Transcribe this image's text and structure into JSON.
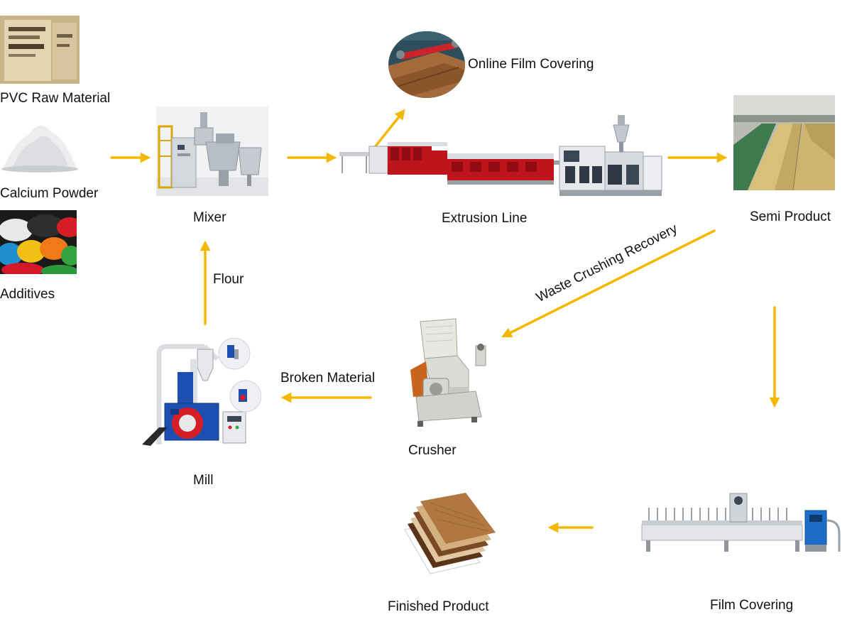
{
  "title": "",
  "colors": {
    "arrow": "#f5b800",
    "machine_red": "#c0141c",
    "machine_grey": "#d9dde2",
    "wood": "#b07840",
    "blue": "#1c4fb0"
  },
  "nodes": {
    "pvc_raw_material": {
      "label": "PVC Raw Material",
      "icon": "raw-material-bags"
    },
    "calcium_powder": {
      "label": "Calcium Powder",
      "icon": "white-powder-pile"
    },
    "additives": {
      "label": "Additives",
      "icon": "colored-granules"
    },
    "mixer": {
      "label": "Mixer",
      "icon": "mixer-machine"
    },
    "online_film_covering": {
      "label": "Online Film Covering",
      "icon": "film-covering-roller"
    },
    "extrusion_line": {
      "label": "Extrusion Line",
      "icon": "extrusion-line-machine"
    },
    "semi_product": {
      "label": "Semi Product",
      "icon": "semi-product-boards"
    },
    "crusher": {
      "label": "Crusher",
      "icon": "crusher-machine"
    },
    "mill": {
      "label": "Mill",
      "icon": "mill-machine"
    },
    "film_covering": {
      "label": "Film Covering",
      "icon": "film-covering-machine"
    },
    "finished_product": {
      "label": "Finished Product",
      "icon": "wood-panel-stack"
    }
  },
  "edges": {
    "waste_crushing_recovery": "Waste Crushing Recovery",
    "broken_material": "Broken Material",
    "flour": "Flour"
  }
}
